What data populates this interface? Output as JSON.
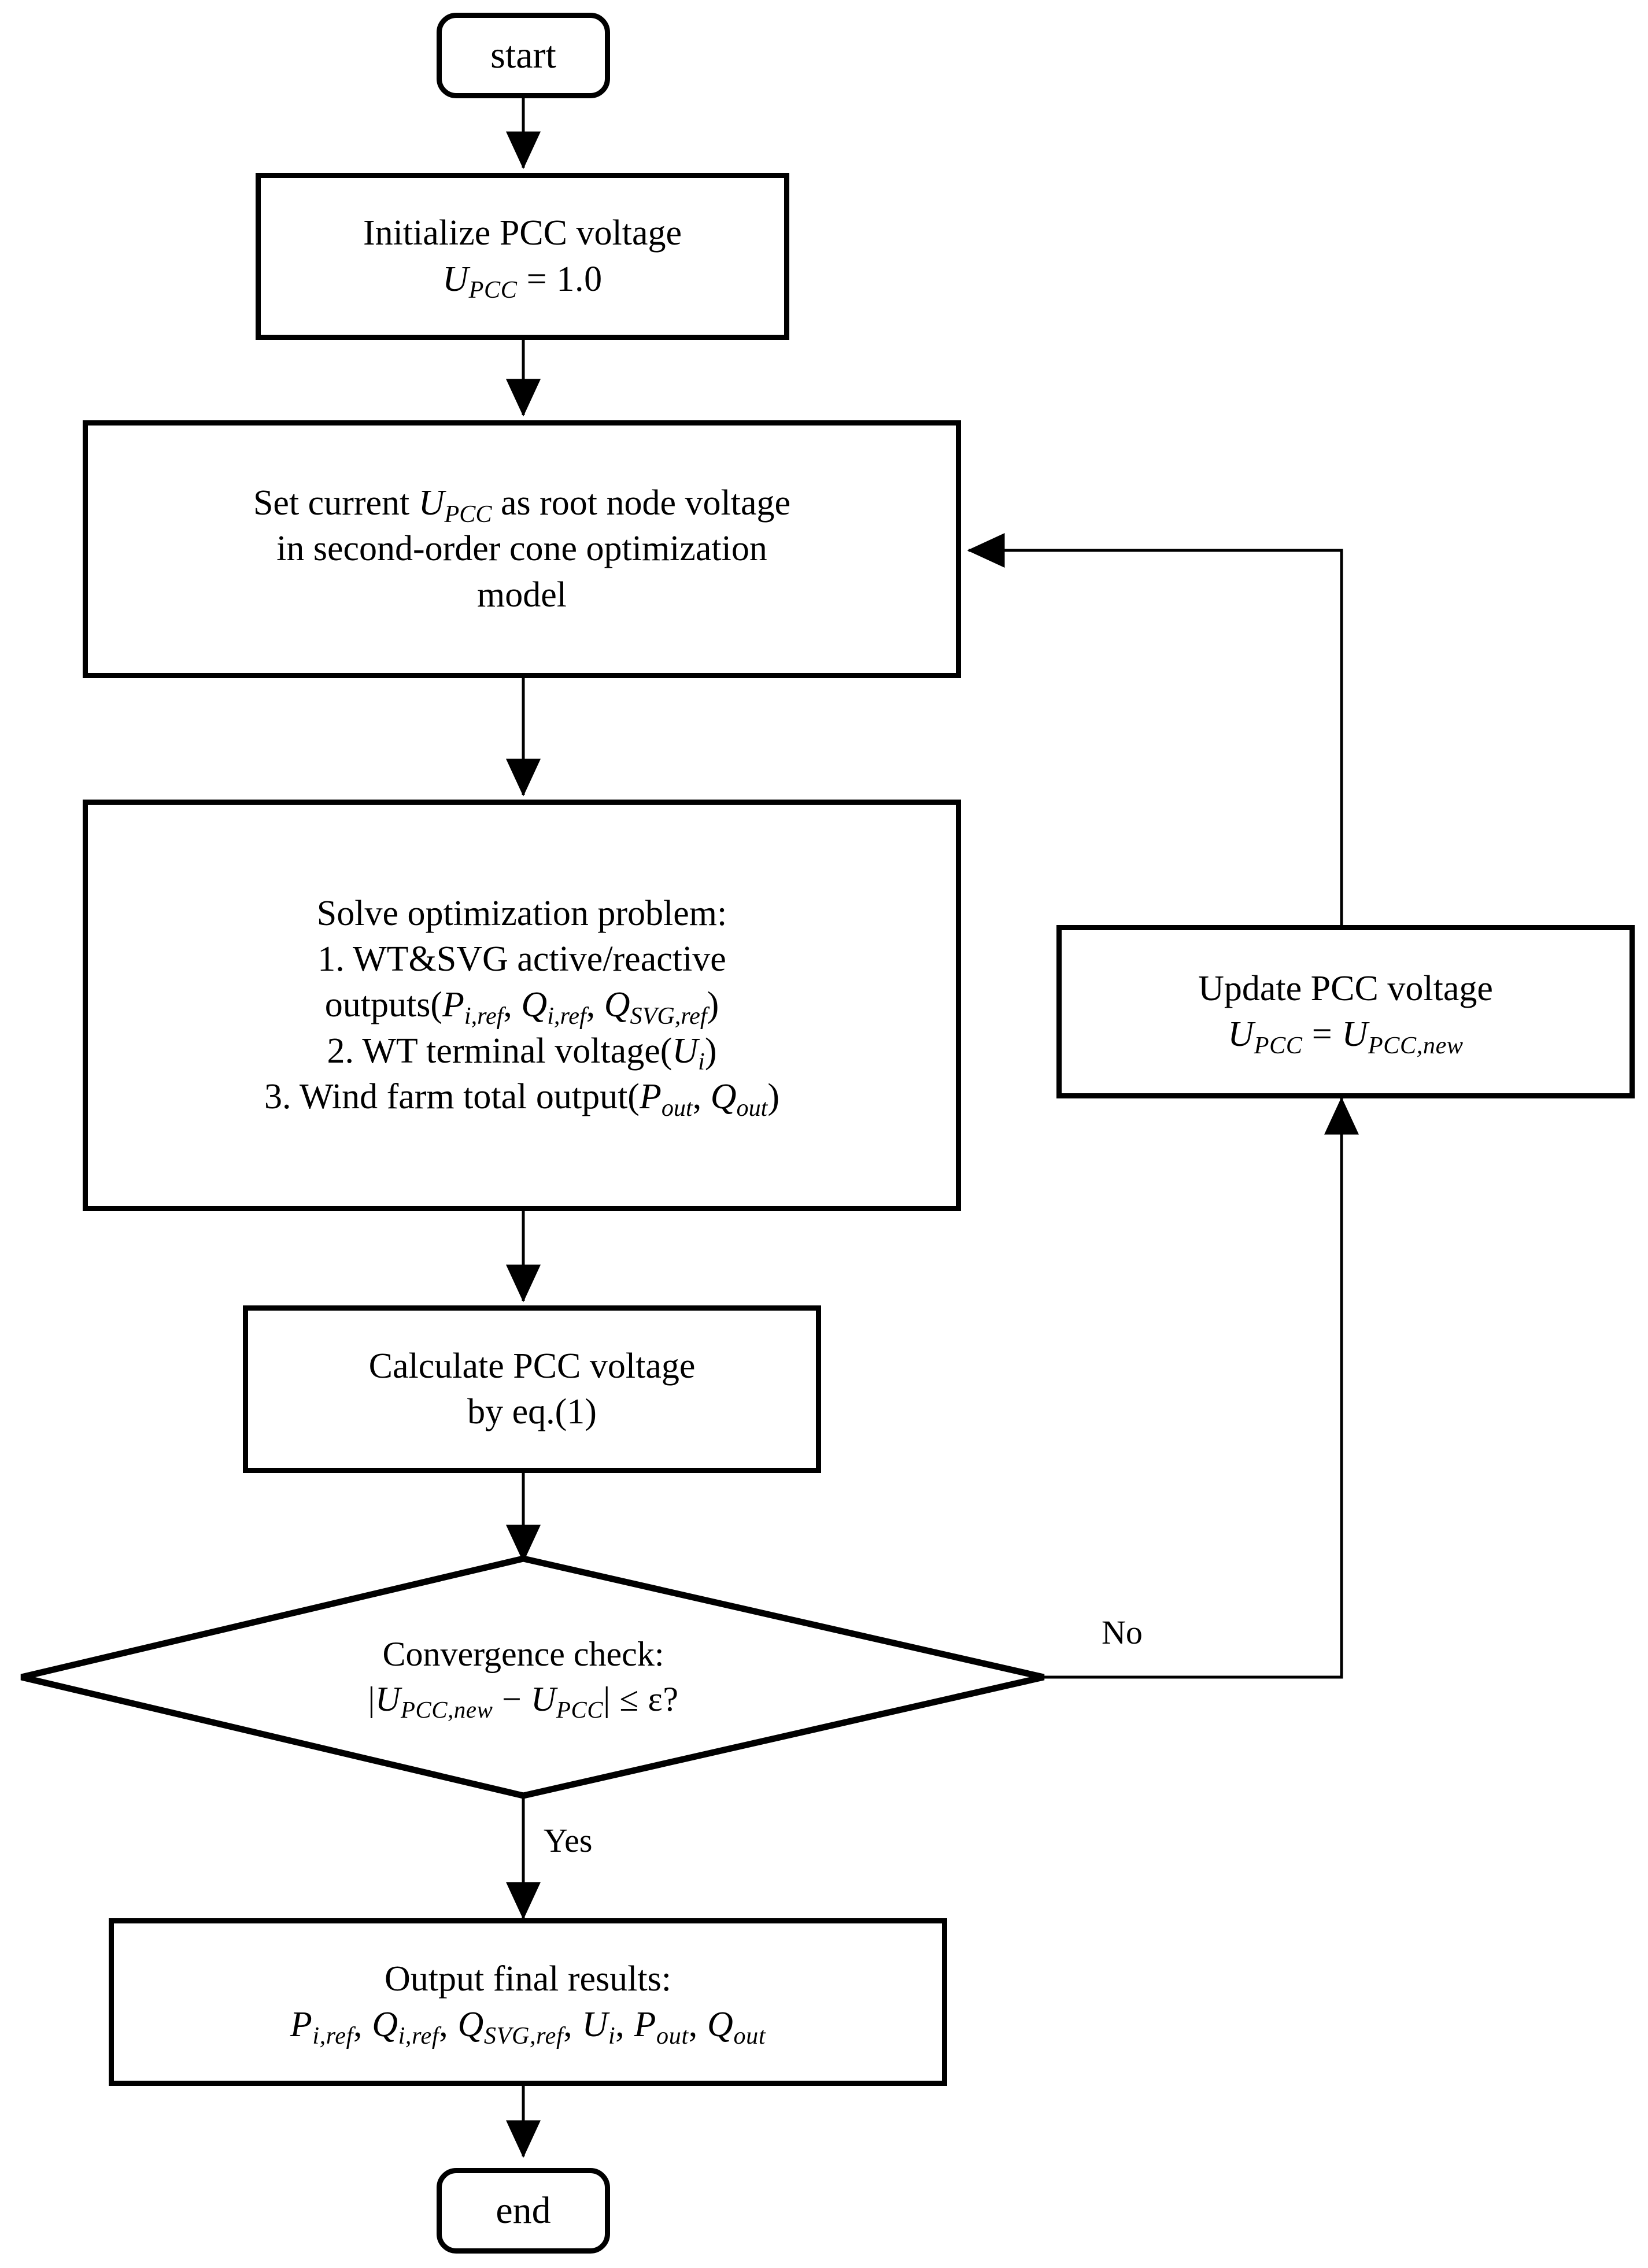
{
  "diagram": {
    "type": "flowchart",
    "title": "PCC voltage iterative optimization flowchart",
    "nodes": [
      {
        "id": "start",
        "shape": "terminal",
        "text": "start"
      },
      {
        "id": "init",
        "shape": "process",
        "line1": "Initialize PCC voltage",
        "var1": "U",
        "sub1": "PCC",
        "rest1": " = 1.0"
      },
      {
        "id": "setroot",
        "shape": "process",
        "pre": "Set current ",
        "var1": "U",
        "sub1": "PCC",
        "post": " as root node voltage",
        "line2": "in second-order cone optimization",
        "line3": "model"
      },
      {
        "id": "solve",
        "shape": "process",
        "header": "Solve optimization problem:",
        "item1a": "1.   WT&SVG active/reactive",
        "item1b_pre": "outputs(",
        "item1b_v1": "P",
        "item1b_s1": "i,ref",
        "item1b_sep1": ", ",
        "item1b_v2": "Q",
        "item1b_s2": "i,ref",
        "item1b_sep2": ", ",
        "item1b_v3": "Q",
        "item1b_s3": "SVG,ref",
        "item1b_post": ")",
        "item2_pre": "2. WT terminal voltage(",
        "item2_v": "U",
        "item2_s": "i",
        "item2_post": ")",
        "item3_pre": "3. Wind farm total output(",
        "item3_v1": "P",
        "item3_s1": "out",
        "item3_sep": ", ",
        "item3_v2": "Q",
        "item3_s2": "out",
        "item3_post": ")"
      },
      {
        "id": "calc",
        "shape": "process",
        "line1": "Calculate PCC voltage",
        "line2": "by eq.(1)"
      },
      {
        "id": "decision",
        "shape": "diamond",
        "line1": "Convergence check:",
        "eq_open": "|",
        "eq_v1": "U",
        "eq_s1": "PCC,new",
        "eq_minus": " − ",
        "eq_v2": "U",
        "eq_s2": "PCC",
        "eq_close": "| ≤ ε?"
      },
      {
        "id": "update",
        "shape": "process",
        "line1": "Update PCC voltage",
        "var1": "U",
        "sub1": "PCC",
        "eqsign": " = ",
        "var2": "U",
        "sub2": "PCC,new"
      },
      {
        "id": "output",
        "shape": "process",
        "header": "Output final results:",
        "v1": "P",
        "s1": "i,ref",
        "sep1": ", ",
        "v2": "Q",
        "s2": "i,ref",
        "sep2": ", ",
        "v3": "Q",
        "s3": "SVG,ref",
        "sep3": ", ",
        "v4": "U",
        "s4": "i",
        "sep4": ", ",
        "v5": "P",
        "s5": "out",
        "sep5": ", ",
        "v6": "Q",
        "s6": "out"
      },
      {
        "id": "end",
        "shape": "terminal",
        "text": "end"
      }
    ],
    "edge_labels": {
      "no": "No",
      "yes": "Yes"
    },
    "colors": {
      "stroke": "#000000",
      "fill": "#ffffff",
      "text": "#000000"
    }
  }
}
